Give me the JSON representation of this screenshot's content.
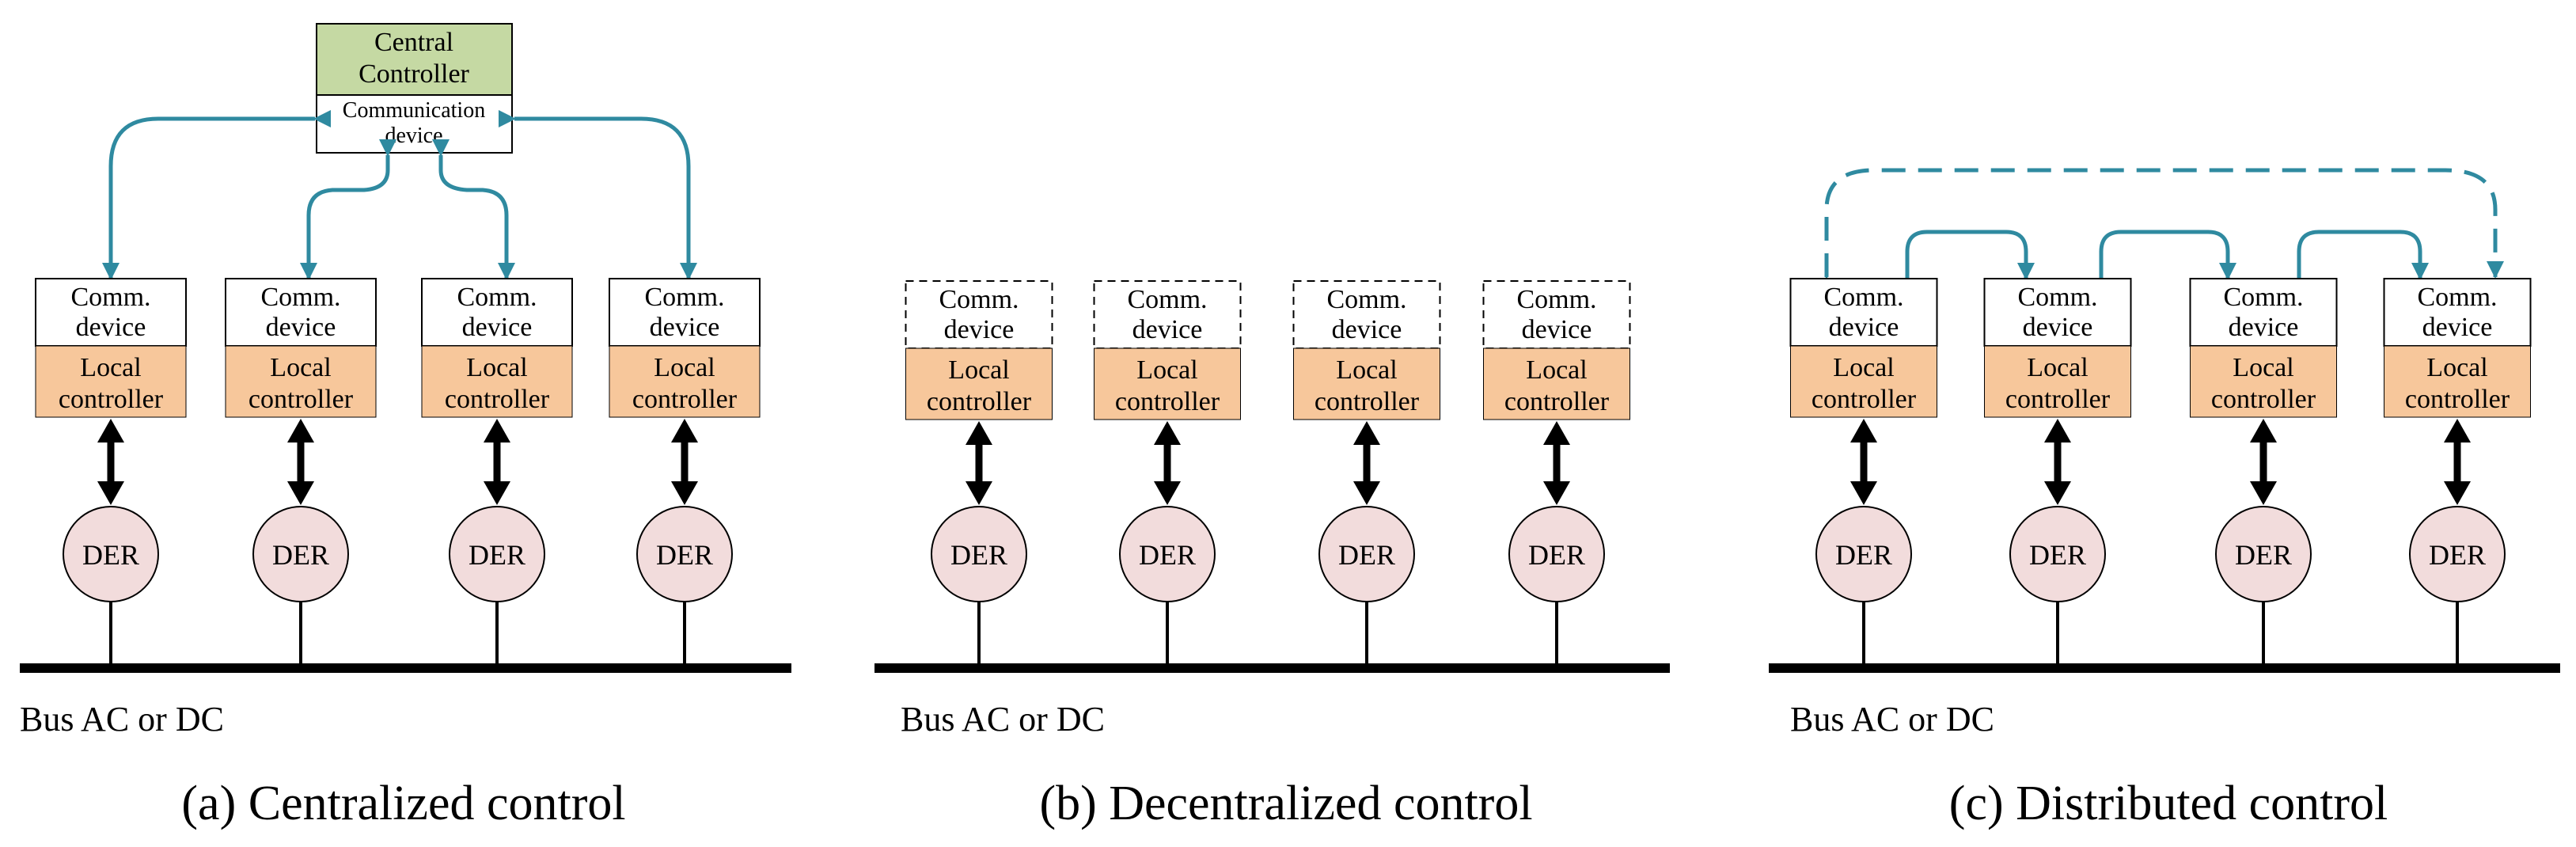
{
  "colors": {
    "central_fill": "#c5d9a3",
    "local_fill": "#f7c79b",
    "der_fill": "#f2dcdc",
    "link": "#2f8aa0",
    "power_link": "#000000",
    "bus": "#000000"
  },
  "central": {
    "title_line1": "Central",
    "title_line2": "Controller",
    "comm_line1": "Communication",
    "comm_line2": "device"
  },
  "labels": {
    "comm_line1": "Comm.",
    "comm_line2": "device",
    "local_line1": "Local",
    "local_line2": "controller",
    "der": "DER",
    "bus": "Bus AC or DC"
  },
  "panels": [
    {
      "id": "a",
      "caption": "(a) Centralized control",
      "comm_style": "solid"
    },
    {
      "id": "b",
      "caption": "(b) Decentralized control",
      "comm_style": "dashed"
    },
    {
      "id": "c",
      "caption": "(c) Distributed control",
      "comm_style": "solid"
    }
  ]
}
